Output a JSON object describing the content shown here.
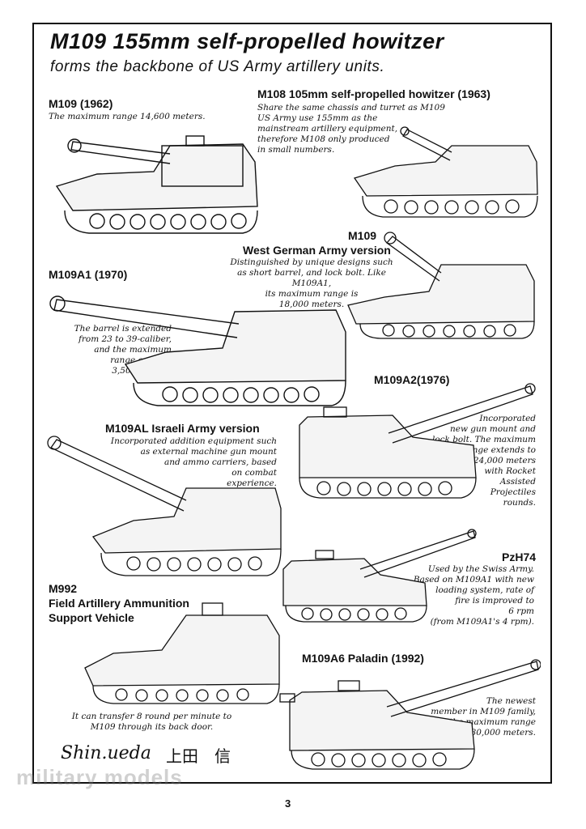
{
  "page": {
    "title": "M109 155mm self-propelled howitzer",
    "subtitle": "forms the backbone of US Army artillery units.",
    "page_number": "3",
    "signature": "Shin.ueda",
    "signature_kanji": "上田　信",
    "watermark": "military models"
  },
  "entries": {
    "m109": {
      "heading": "M109 (1962)",
      "caption": [
        "The maximum range 14,600 meters."
      ]
    },
    "m108": {
      "heading": "M108 105mm self-propelled howitzer (1963)",
      "caption": [
        "Share the same chassis and turret as M109",
        "US Army use 155mm as the",
        "mainstream artillery equipment,",
        "therefore M108 only produced",
        "in small numbers."
      ]
    },
    "m109wg": {
      "heading1": "M109",
      "heading2": "West German Army version",
      "caption": [
        "Distinguished by unique designs such",
        "as short barrel, and lock bolt. Like M109A1,",
        "its maximum range is",
        "18,000 meters."
      ]
    },
    "m109a1": {
      "heading": "M109A1 (1970)",
      "caption": [
        "The barrel is extended",
        "from 23 to 39-caliber,",
        "and the maximum",
        "range extends",
        "3,500 meters."
      ]
    },
    "m109a2": {
      "heading": "M109A2(1976)",
      "caption": [
        "Incorporated",
        "new gun mount and",
        "lock bolt. The maximum",
        "range extends to",
        "24,000 meters",
        "with Rocket",
        "Assisted",
        "Projectiles",
        "rounds."
      ]
    },
    "m109al": {
      "heading": "M109AL Israeli Army version",
      "caption": [
        "Incorporated addition equipment such",
        "as external machine gun mount",
        "and ammo carriers, based",
        "on combat",
        "experience."
      ]
    },
    "pzh74": {
      "heading": "PzH74",
      "caption": [
        "Used by the Swiss Army.",
        "Based on M109A1 with new",
        "loading system, rate of",
        "fire is improved to",
        "6 rpm",
        "(from M109A1's 4 rpm)."
      ]
    },
    "m992": {
      "heading": [
        "M992",
        "Field Artillery Ammunition",
        "Support Vehicle"
      ],
      "caption": [
        "It can transfer 8 round per minute to",
        "M109 through its back door."
      ]
    },
    "m109a6": {
      "heading": "M109A6 Paladin (1992)",
      "caption": [
        "The newest",
        "member in M109 family,",
        "the maximum range",
        "is 30,000 meters."
      ]
    }
  }
}
